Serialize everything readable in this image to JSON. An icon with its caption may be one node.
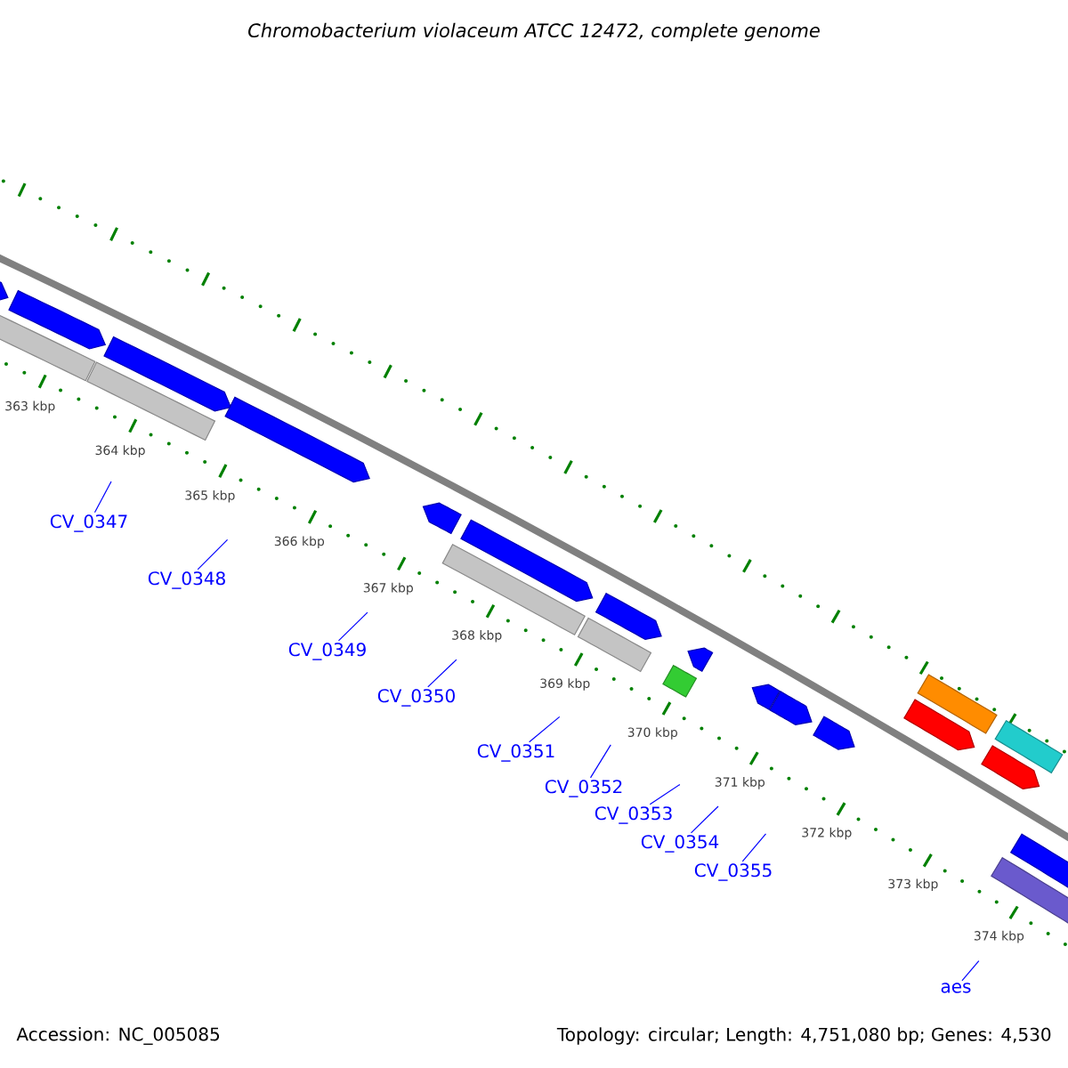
{
  "diagram": {
    "title": "Chromobacterium violaceum ATCC 12472, complete genome",
    "nodes": [
      {
        "text": [
          "CV_0347"
        ]
      },
      {
        "text": [
          "CV_0348"
        ]
      },
      {
        "text": [
          "CV_0349"
        ]
      },
      {
        "text": [
          "CV_0350"
        ]
      },
      {
        "text": [
          "CV_0351"
        ]
      },
      {
        "text": [
          "CV_0352"
        ]
      },
      {
        "text": [
          "CV_0353"
        ]
      },
      {
        "text": [
          "CV_0354"
        ]
      },
      {
        "text": [
          "CV_0355"
        ]
      },
      {
        "text": [
          "aes"
        ]
      }
    ],
    "edges": [
      {
        "from": 0,
        "to": null,
        "arrow": "none"
      },
      {
        "from": 1,
        "to": null,
        "arrow": "none"
      },
      {
        "from": 2,
        "to": null,
        "arrow": "none"
      },
      {
        "from": 3,
        "to": null,
        "arrow": "none"
      },
      {
        "from": 4,
        "to": null,
        "arrow": "none"
      },
      {
        "from": 5,
        "to": null,
        "arrow": "none"
      },
      {
        "from": 6,
        "to": null,
        "arrow": "none"
      },
      {
        "from": 7,
        "to": null,
        "arrow": "none"
      },
      {
        "from": 8,
        "to": null,
        "arrow": "none"
      },
      {
        "from": 9,
        "to": null,
        "arrow": "none"
      }
    ],
    "labels": [
      "363 kbp",
      "364 kbp",
      "365 kbp",
      "366 kbp",
      "367 kbp",
      "368 kbp",
      "369 kbp",
      "370 kbp",
      "371 kbp",
      "372 kbp",
      "373 kbp",
      "374 kbp",
      "Accession: NC_005085",
      "Topology: circular; Length: 4,751,080 bp; Genes: 4,530"
    ]
  }
}
